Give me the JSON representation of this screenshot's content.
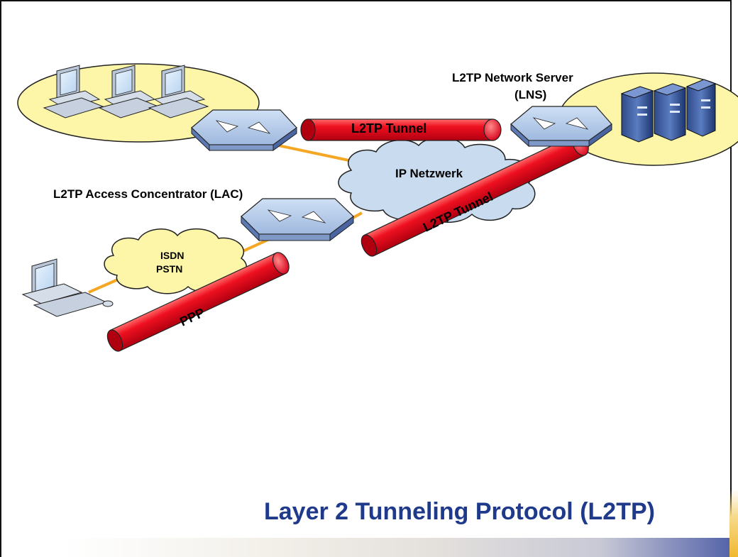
{
  "diagram": {
    "lns_label_line1": "L2TP Network Server",
    "lns_label_line2": "(LNS)",
    "lac_label": "L2TP Access Concentrator (LAC)",
    "cloud_ip_label": "IP Netzwerk",
    "cloud_isdn_line1": "ISDN",
    "cloud_isdn_line2": "PSTN",
    "tunnel_top_label": "L2TP Tunnel",
    "tunnel_diag_label": "L2TP Tunnel",
    "ppp_label": "PPP"
  },
  "title": "Layer 2 Tunneling Protocol (L2TP)",
  "colors": {
    "tunnel": "#e8001c",
    "link": "#f5a623",
    "lan_fill": "#fdf6a8",
    "cloud_ip": "#c9dcef",
    "cloud_isdn": "#fdf6a8",
    "title": "#1f3a8a"
  }
}
